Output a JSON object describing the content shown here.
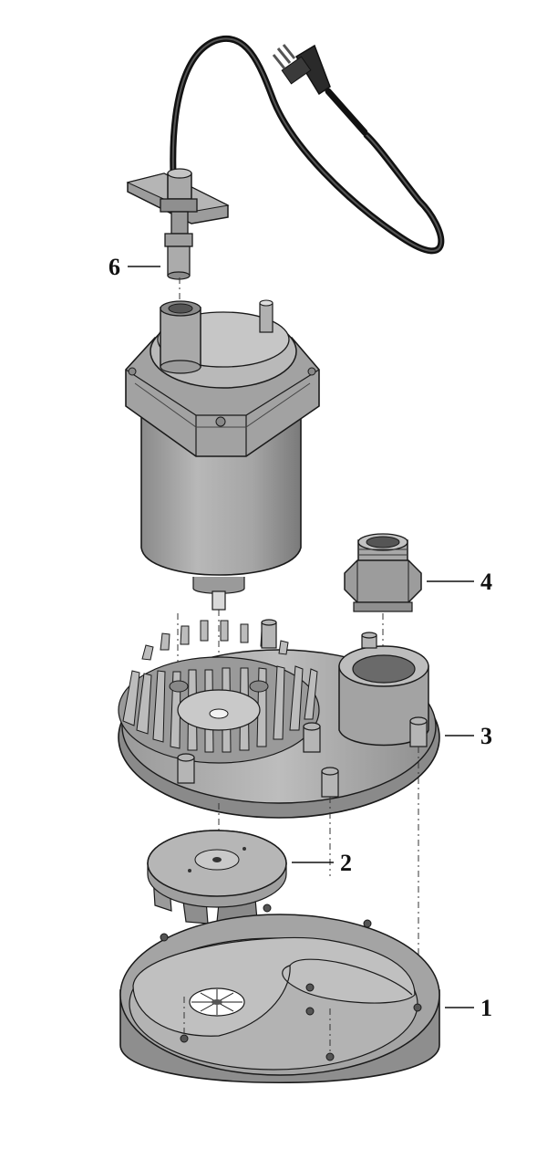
{
  "diagram": {
    "callouts": [
      {
        "id": "part-1",
        "label": "1"
      },
      {
        "id": "part-2",
        "label": "2"
      },
      {
        "id": "part-3",
        "label": "3"
      },
      {
        "id": "part-4",
        "label": "4"
      },
      {
        "id": "part-6",
        "label": "6"
      }
    ]
  },
  "colors": {
    "outline": "#1a1a1a",
    "body_gray": "#a9a9a9",
    "light_gray": "#c8c8c8",
    "dark_gray": "#7d7d7d",
    "cord": "#111111"
  }
}
